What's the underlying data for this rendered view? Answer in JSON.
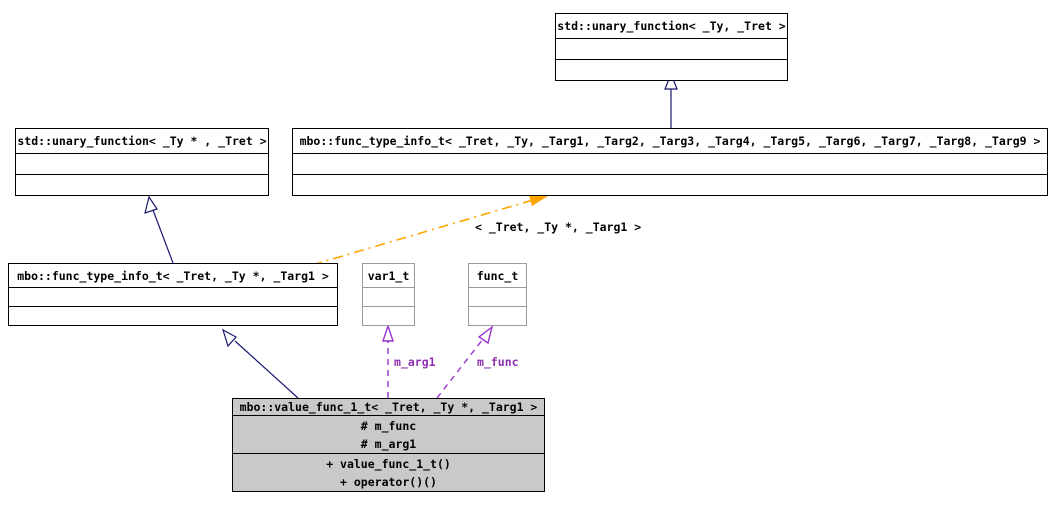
{
  "diagram": {
    "kind": "uml-class-inheritance-collaboration",
    "background": "#ffffff",
    "colors": {
      "inheritance_edge": "#191970",
      "association_edge": "#9a32cd",
      "template_binding_edge": "#ffa500",
      "box_border": "#000000",
      "light_border": "#9a9a9a",
      "highlight_fill": "#c9c9c9",
      "text": "#000000"
    },
    "nodes": [
      {
        "id": "std_unary_function_ty_tret",
        "title": "std::unary_function< _Ty, _Tret >",
        "attributes": [],
        "operations": [],
        "style": "plain"
      },
      {
        "id": "std_unary_function_typtr_tret",
        "title": "std::unary_function< _Ty * , _Tret >",
        "attributes": [],
        "operations": [],
        "style": "plain"
      },
      {
        "id": "mbo_func_type_info_t_full",
        "title": "mbo::func_type_info_t< _Tret, _Ty, _Targ1, _Targ2, _Targ3, _Targ4, _Targ5, _Targ6, _Targ7, _Targ8, _Targ9 >",
        "attributes": [],
        "operations": [],
        "style": "plain"
      },
      {
        "id": "mbo_func_type_info_t_bound",
        "title": "mbo::func_type_info_t< _Tret, _Ty *, _Targ1 >",
        "attributes": [],
        "operations": [],
        "style": "plain"
      },
      {
        "id": "var1_t",
        "title": "var1_t",
        "attributes": [],
        "operations": [],
        "style": "light"
      },
      {
        "id": "func_t",
        "title": "func_t",
        "attributes": [],
        "operations": [],
        "style": "light"
      },
      {
        "id": "mbo_value_func_1_t",
        "title": "mbo::value_func_1_t< _Tret, _Ty *, _Targ1 >",
        "attributes": [
          "# m_func",
          "# m_arg1"
        ],
        "operations": [
          "+ value_func_1_t()",
          "+ operator()()"
        ],
        "style": "highlight"
      }
    ],
    "edges": [
      {
        "id": "edge-inherit-full-to-unary",
        "from": "mbo_func_type_info_t_full",
        "to": "std_unary_function_ty_tret",
        "type": "inheritance",
        "label": ""
      },
      {
        "id": "edge-inherit-bound-to-unaryptr",
        "from": "mbo_func_type_info_t_bound",
        "to": "std_unary_function_typtr_tret",
        "type": "inheritance",
        "label": ""
      },
      {
        "id": "edge-inherit-value-to-bound",
        "from": "mbo_value_func_1_t",
        "to": "mbo_func_type_info_t_bound",
        "type": "inheritance",
        "label": ""
      },
      {
        "id": "edge-template-binding",
        "from": "mbo_func_type_info_t_bound",
        "to": "mbo_func_type_info_t_full",
        "type": "template-binding",
        "label": "< _Tret, _Ty *, _Targ1 >"
      },
      {
        "id": "edge-assoc-m_arg1",
        "from": "mbo_value_func_1_t",
        "to": "var1_t",
        "type": "association",
        "label": "m_arg1"
      },
      {
        "id": "edge-assoc-m_func",
        "from": "mbo_value_func_1_t",
        "to": "func_t",
        "type": "association",
        "label": "m_func"
      }
    ]
  }
}
